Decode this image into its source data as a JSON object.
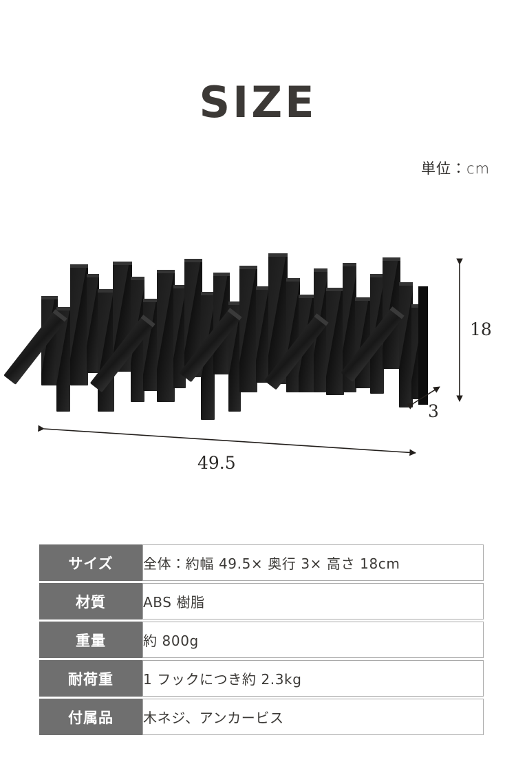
{
  "heading": {
    "title": "SIZE"
  },
  "unit_note": "単位：cm",
  "figure": {
    "alt_name": "wall-mounted-coat-rack",
    "dimensions": {
      "width": "49.5",
      "depth": "3",
      "height": "18"
    }
  },
  "spec_table": {
    "rows": [
      {
        "label": "サイズ",
        "value": "全体：約幅 49.5× 奥行 3× 高さ 18cm"
      },
      {
        "label": "材質",
        "value": "ABS 樹脂"
      },
      {
        "label": "重量",
        "value": "約 800g"
      },
      {
        "label": "耐荷重",
        "value": "1 フックにつき約 2.3kg"
      },
      {
        "label": "付属品",
        "value": "木ネジ、アンカービス"
      }
    ]
  },
  "colors": {
    "background": "#ffffff",
    "title": "#3c3936",
    "table_label_bg": "#6f6f6f",
    "table_label_text": "#ffffff",
    "table_value_text": "#3b3936",
    "table_border": "#a8a8a8",
    "product": "#1b1b1b",
    "annotation": "#2c2a28"
  }
}
